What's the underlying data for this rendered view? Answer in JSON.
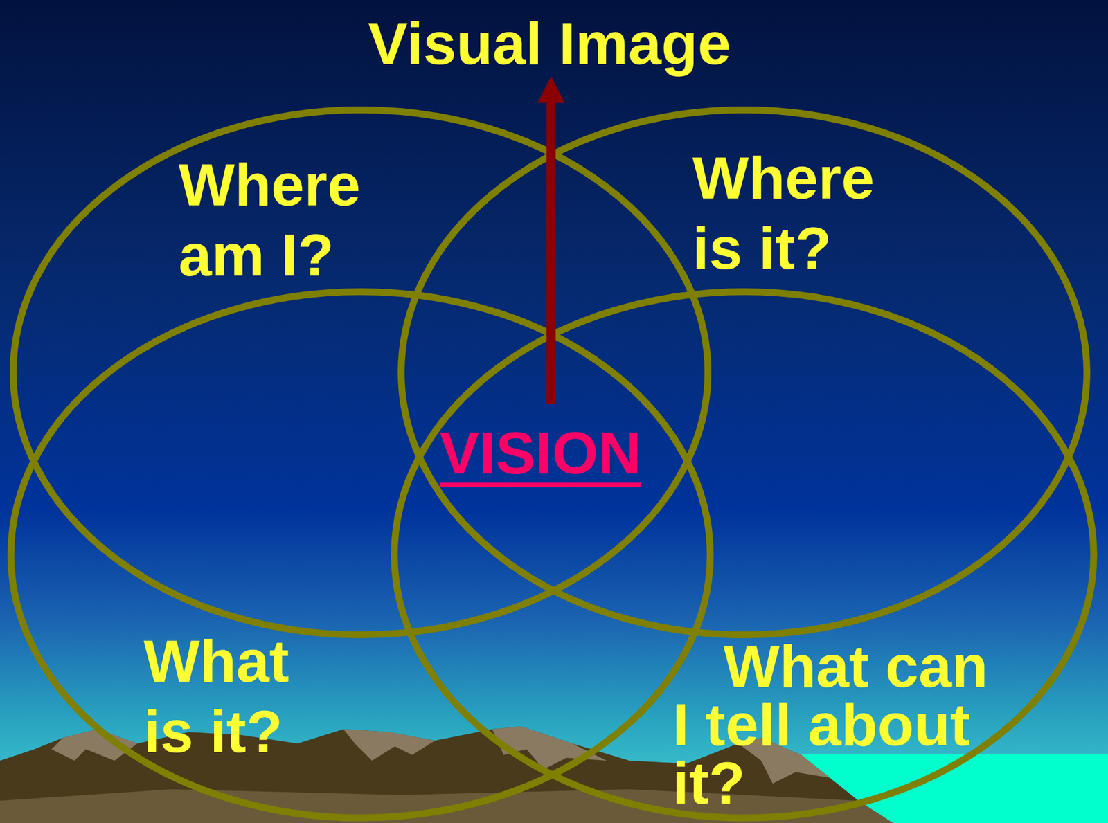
{
  "diagram": {
    "title": "Visual Image",
    "nodes": [
      {
        "text": [
          "Where am I?"
        ]
      },
      {
        "text": [
          "Where is it?"
        ]
      },
      {
        "text": [
          "What is it?"
        ]
      },
      {
        "text": [
          "What can I tell about it?"
        ]
      }
    ],
    "labels": [
      "VISION"
    ]
  }
}
